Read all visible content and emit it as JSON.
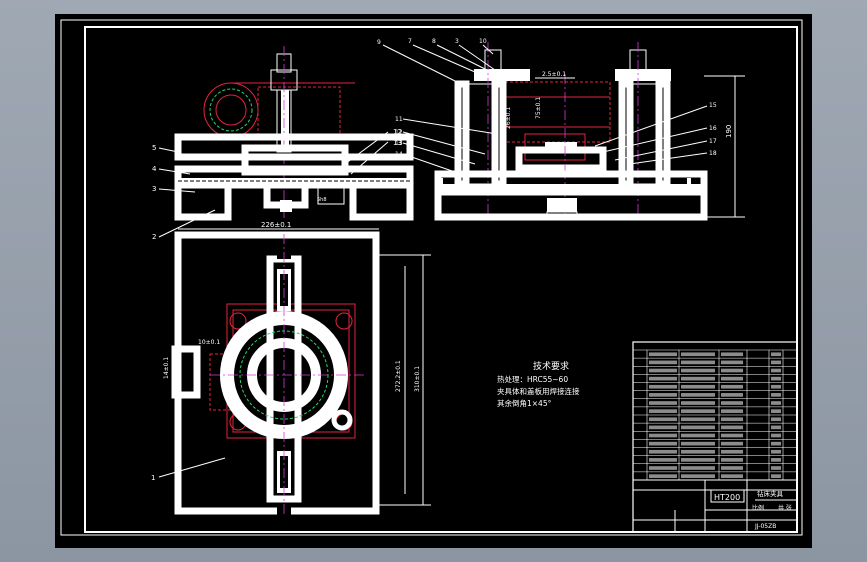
{
  "drawing": {
    "technical_requirements": {
      "title": "技术要求",
      "lines": [
        "热处理：HRC55~60",
        "夹具体和盖板用焊接连接",
        "其余倒角1×45°"
      ]
    },
    "callouts_front": [
      "5",
      "4",
      "3",
      "2"
    ],
    "callouts_top": [
      "1"
    ],
    "callouts_side_top": [
      "9",
      "7",
      "8",
      "3",
      "10"
    ],
    "callouts_side_right": [
      "15",
      "16",
      "17",
      "18"
    ],
    "callouts_side_left": [
      "11",
      "12",
      "13",
      "14"
    ],
    "callouts_front_right": [
      "12",
      "13"
    ],
    "dimensions": {
      "front_width": "226±0.1",
      "front_small": "16h8",
      "front_sub": "5h8",
      "side_top": "2.5±0.1",
      "side_height": "190",
      "side_vertical": "75±0.1",
      "side_small": "26±0.1",
      "top_left_small": "10±0.1",
      "top_left_vertical": "14±0.1",
      "top_vertical_1": "272.2±0.1",
      "top_vertical_2": "310±0.1"
    },
    "title_block": {
      "material": "HT200",
      "drawing_name": "钻床夹具",
      "scale_label": "比例",
      "sheet_label": "共 张",
      "drawing_no": "JJ-05ZB"
    },
    "parts_list_rows": 16
  }
}
